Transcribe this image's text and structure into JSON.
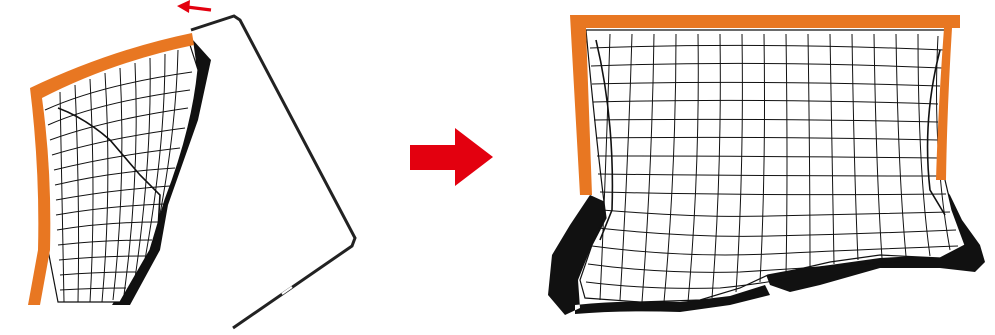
{
  "colors": {
    "frame": "#E87722",
    "arrow": "#E3000F",
    "net": "#111111",
    "pole": "#222222",
    "background": "#FFFFFF"
  },
  "steps": [
    {
      "name": "folded-goal",
      "state": "folded"
    },
    {
      "name": "unfolded-goal",
      "state": "assembled"
    }
  ],
  "icons": {
    "fold-direction": "small-left-arrow",
    "transition": "large-right-arrow"
  }
}
